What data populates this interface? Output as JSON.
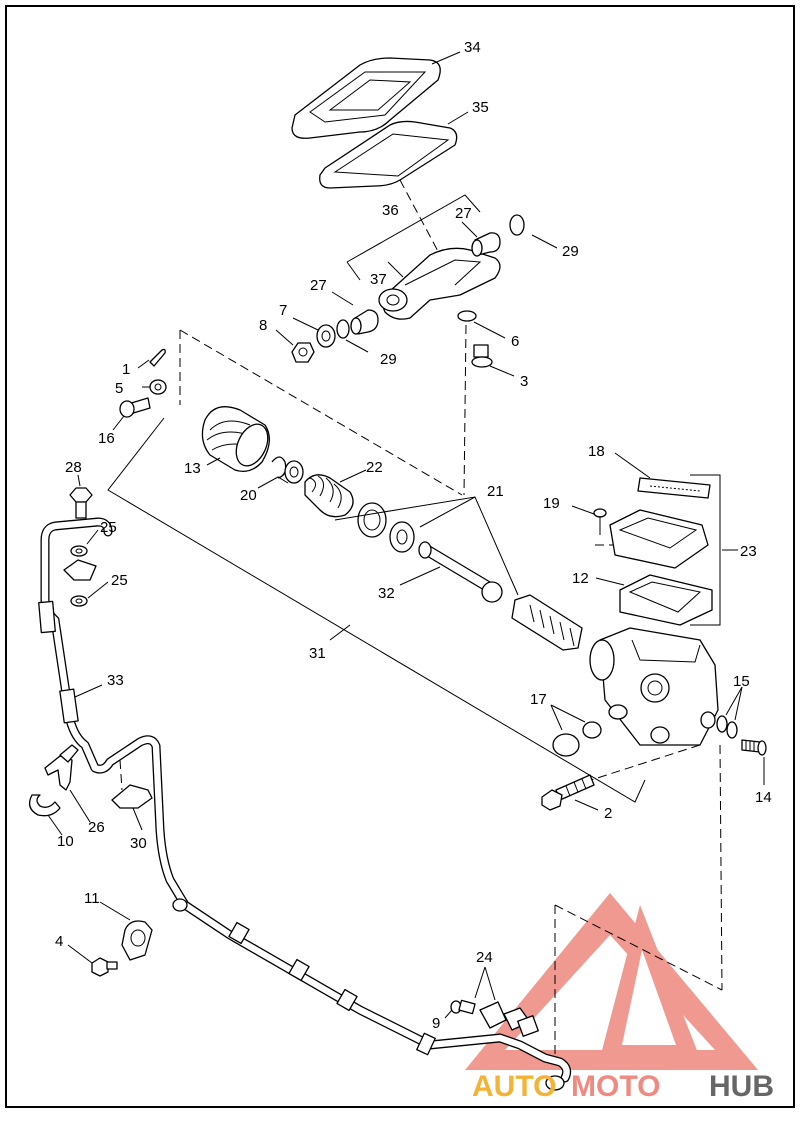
{
  "diagram": {
    "labels": {
      "p34": "34",
      "p35": "35",
      "p36": "36",
      "p27a": "27",
      "p29a": "29",
      "p37": "37",
      "p27b": "27",
      "p7": "7",
      "p8": "8",
      "p29b": "29",
      "p6": "6",
      "p3": "3",
      "p1": "1",
      "p5": "5",
      "p16": "16",
      "p13": "13",
      "p20": "20",
      "p22": "22",
      "p21": "21",
      "p28": "28",
      "p25a": "25",
      "p25b": "25",
      "p18": "18",
      "p19": "19",
      "p23": "23",
      "p12": "12",
      "p32": "32",
      "p31": "31",
      "p33": "33",
      "p17": "17",
      "p15": "15",
      "p14": "14",
      "p2": "2",
      "p10": "10",
      "p26": "26",
      "p30": "30",
      "p11": "11",
      "p4": "4",
      "p24": "24",
      "p9": "9"
    }
  },
  "watermark": {
    "brand_auto": "AUTO",
    "brand_moto": "MOTO",
    "brand_hub": "HUB",
    "colors": {
      "auto": "#f5b335",
      "moto": "#f08a80",
      "hub": "#666666",
      "triangle": "#ef8f86"
    }
  }
}
